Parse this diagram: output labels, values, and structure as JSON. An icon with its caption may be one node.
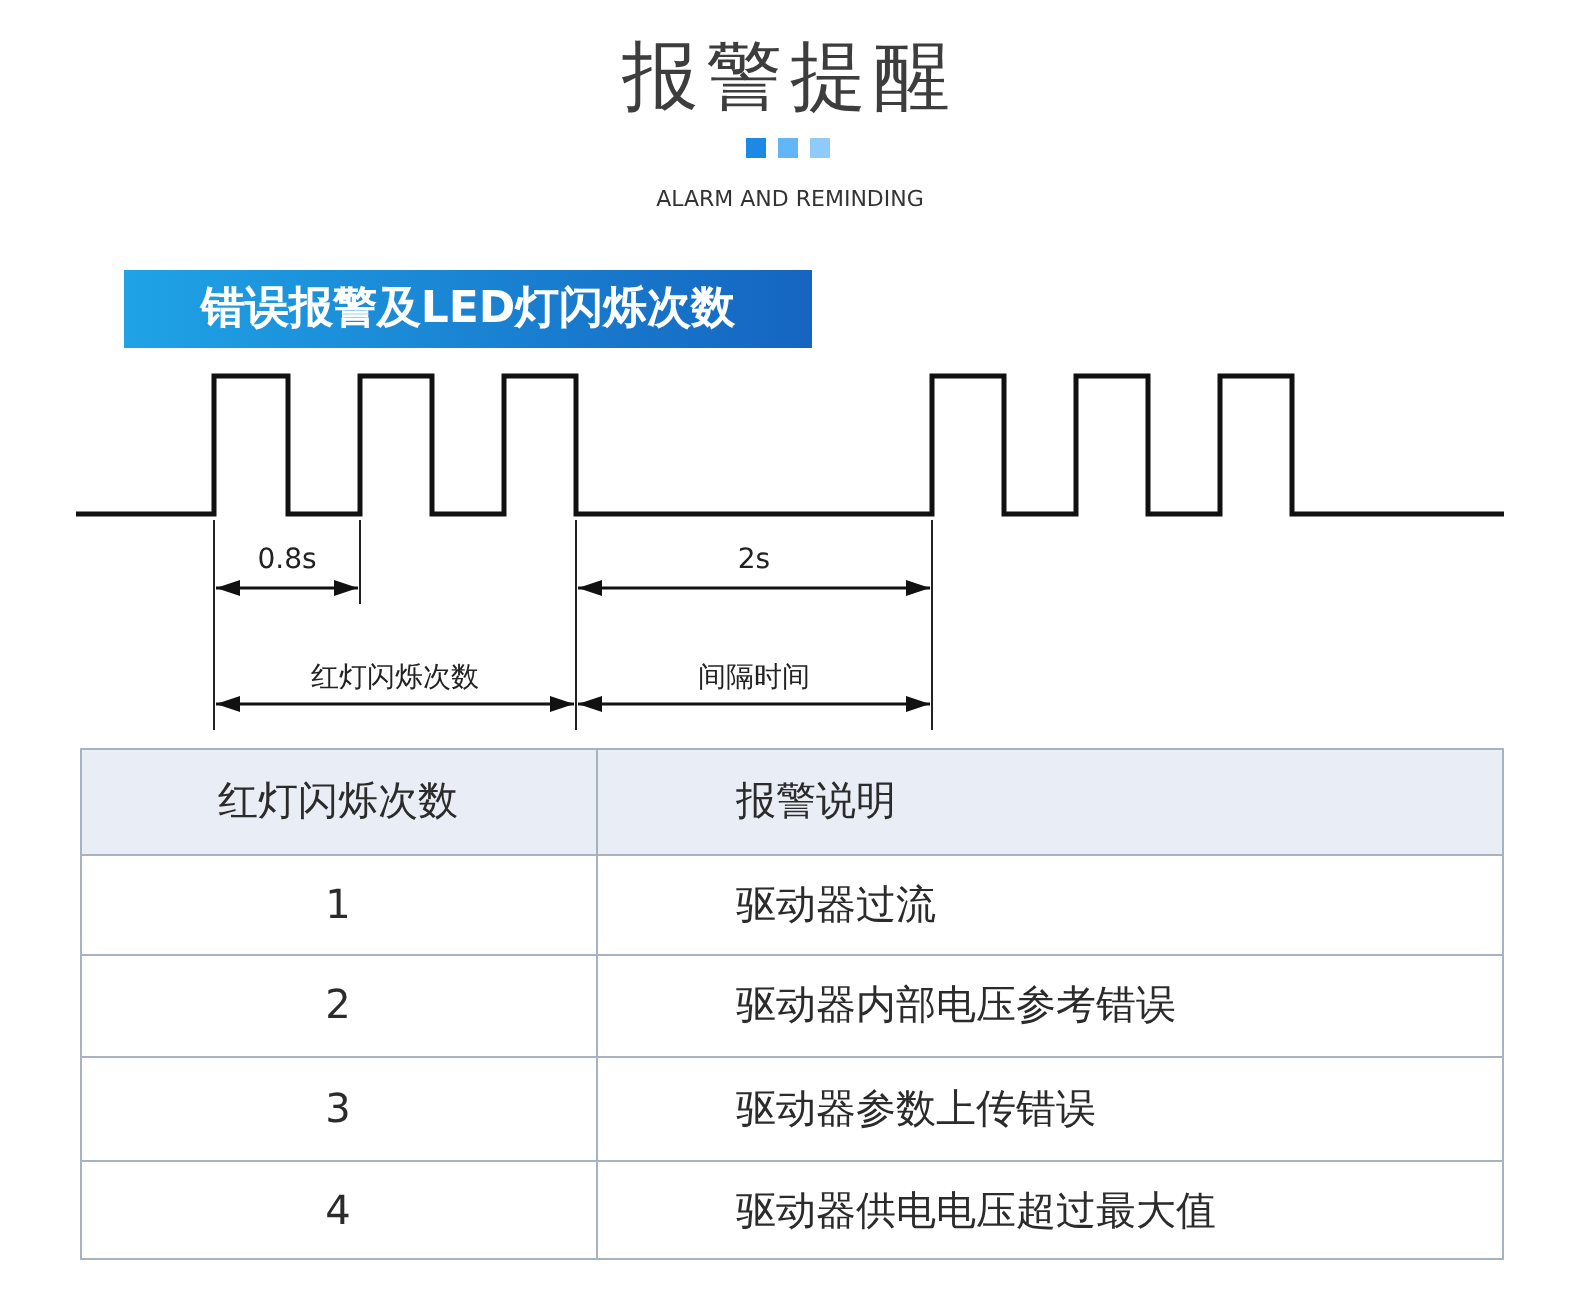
{
  "diagram": {
    "title": "报警提醒",
    "nodes": [
      {
        "text": [
          "错误报警及LED灯闪烁次数"
        ]
      }
    ],
    "labels": [
      "ALARM AND REMINDING",
      "0.8s",
      "2s",
      "红灯闪烁次数",
      "间隔时间",
      "红灯闪烁次数",
      "报警说明",
      "1",
      "驱动器过流",
      "2",
      "驱动器内部电压参考错误",
      "3",
      "驱动器参数上传错误",
      "4",
      "驱动器供电电压超过最大值"
    ]
  }
}
